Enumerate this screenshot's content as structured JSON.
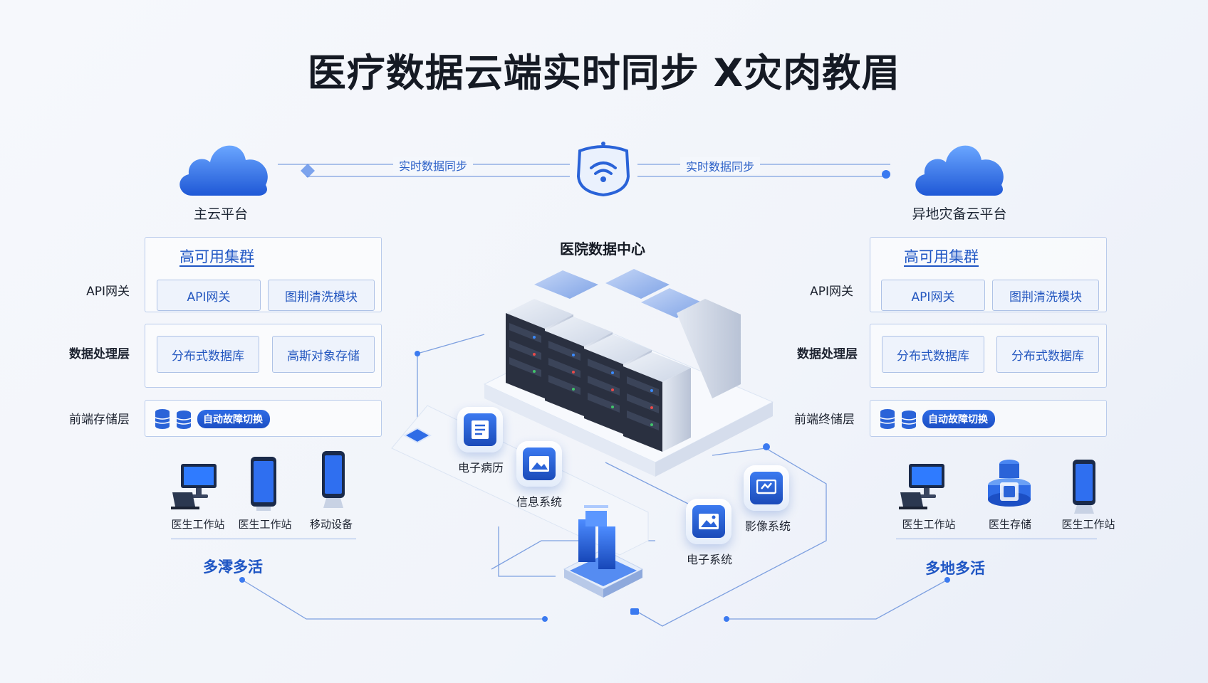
{
  "title": "医疗数据云端实时同步 ꓫ灾肉教眉",
  "header": {
    "left_cloud": "主云平台",
    "right_cloud": "异地灾备云平台",
    "sync_left": "实时数据同步",
    "sync_right": "实时数据同步"
  },
  "left_panel": {
    "cluster_title": "高可用集群",
    "rows": [
      {
        "label": "API网关",
        "modules": [
          "API网关",
          "图荆清洗模块"
        ]
      },
      {
        "label": "数据处理层",
        "modules": [
          "分布式数据库",
          "高斯对象存储"
        ]
      },
      {
        "label": "前端存储层",
        "pill": "自动故障切换"
      }
    ],
    "devices": [
      "医生工作站",
      "医生工作站",
      "移动设备"
    ],
    "multi": "多澪多活"
  },
  "right_panel": {
    "cluster_title": "高可用集群",
    "rows": [
      {
        "label": "API网关",
        "modules": [
          "API网关",
          "图荆清洗模块"
        ]
      },
      {
        "label": "数据处理层",
        "modules": [
          "分布式数据库",
          "分布式数据库"
        ]
      },
      {
        "label": "前端终储层",
        "pill": "自动故障切换"
      }
    ],
    "devices": [
      "医生工作站",
      "医生存储",
      "医生工作站"
    ],
    "multi": "多地多活"
  },
  "center": {
    "title": "医院数据中心",
    "systems": [
      "电子病历",
      "信息系统",
      "影像系统",
      "电子系统"
    ]
  },
  "colors": {
    "accent": "#1f56c4",
    "title": "#151a24",
    "line": "#7ea0e0"
  },
  "icons": {
    "cloud": "cloud-icon",
    "wifi": "wifi-shield-icon",
    "database": "database-icon",
    "monitor": "monitor-icon",
    "tablet": "tablet-icon",
    "phone": "phone-icon"
  }
}
